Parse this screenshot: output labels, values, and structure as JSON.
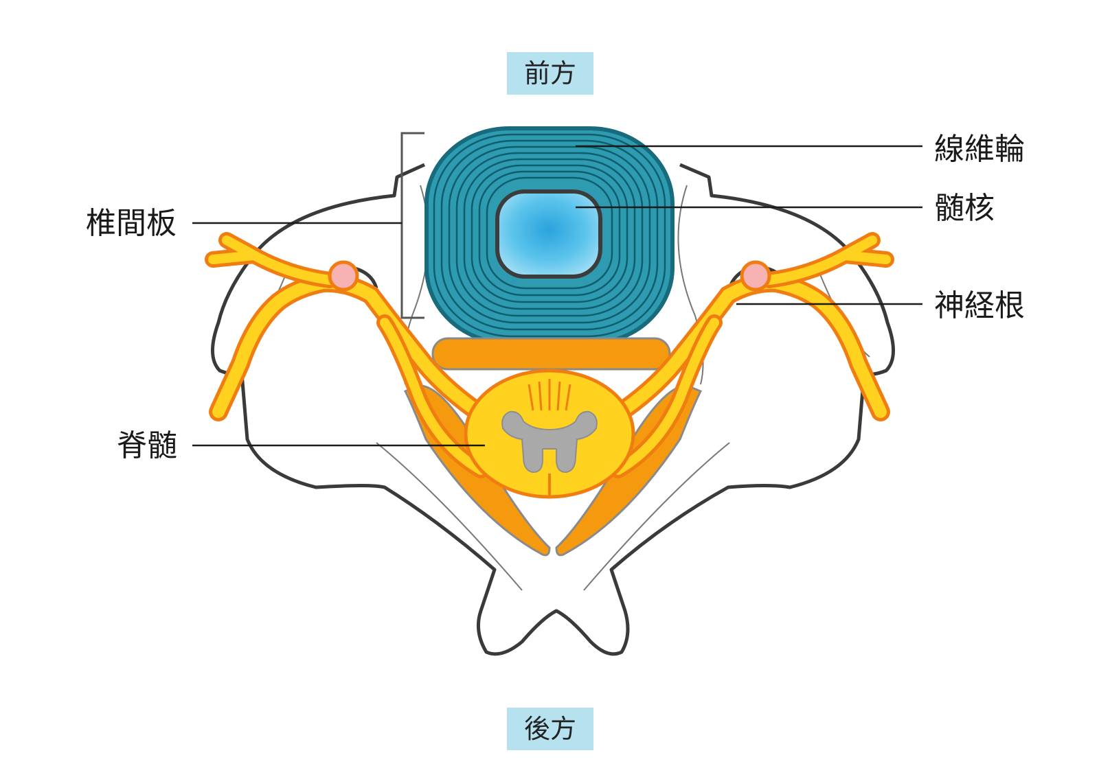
{
  "directions": {
    "front": "前方",
    "back": "後方"
  },
  "labels": {
    "annulus": "線維輪",
    "nucleus": "髄核",
    "nerve_root": "神経根",
    "disc": "椎間板",
    "spinal_cord": "脊髄"
  },
  "colors": {
    "bone_outline": "#3a3a3a",
    "annulus_fill": "#2e9bb0",
    "annulus_stroke": "#176b7c",
    "nucleus_fill": "#3fb4e6",
    "nerve_yellow": "#ffd21f",
    "nerve_orange": "#f07d12",
    "ganglion": "#f7b3b3",
    "gray_matter": "#a9a9a9",
    "label_bg": "#b6e1ef"
  }
}
